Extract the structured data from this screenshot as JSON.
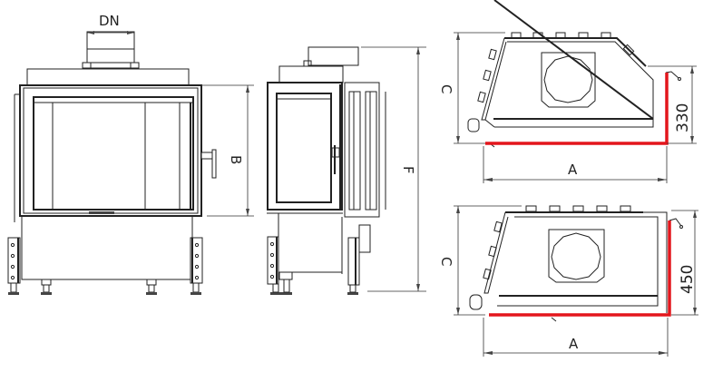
{
  "diagram": {
    "type": "technical-drawing",
    "subject": "corner fireplace insert dimensional drawing",
    "colors": {
      "line": "#222222",
      "highlight": "#e3161c",
      "background": "#ffffff"
    },
    "front_view": {
      "labels": {
        "flue": "DN",
        "height": "B"
      }
    },
    "side_view": {
      "labels": {
        "total_height": "F"
      }
    },
    "plan_view_top": {
      "labels": {
        "depth": "C",
        "width": "A",
        "side_dim": "330"
      }
    },
    "plan_view_bottom": {
      "labels": {
        "depth": "C",
        "width": "A",
        "side_dim": "450"
      }
    }
  }
}
